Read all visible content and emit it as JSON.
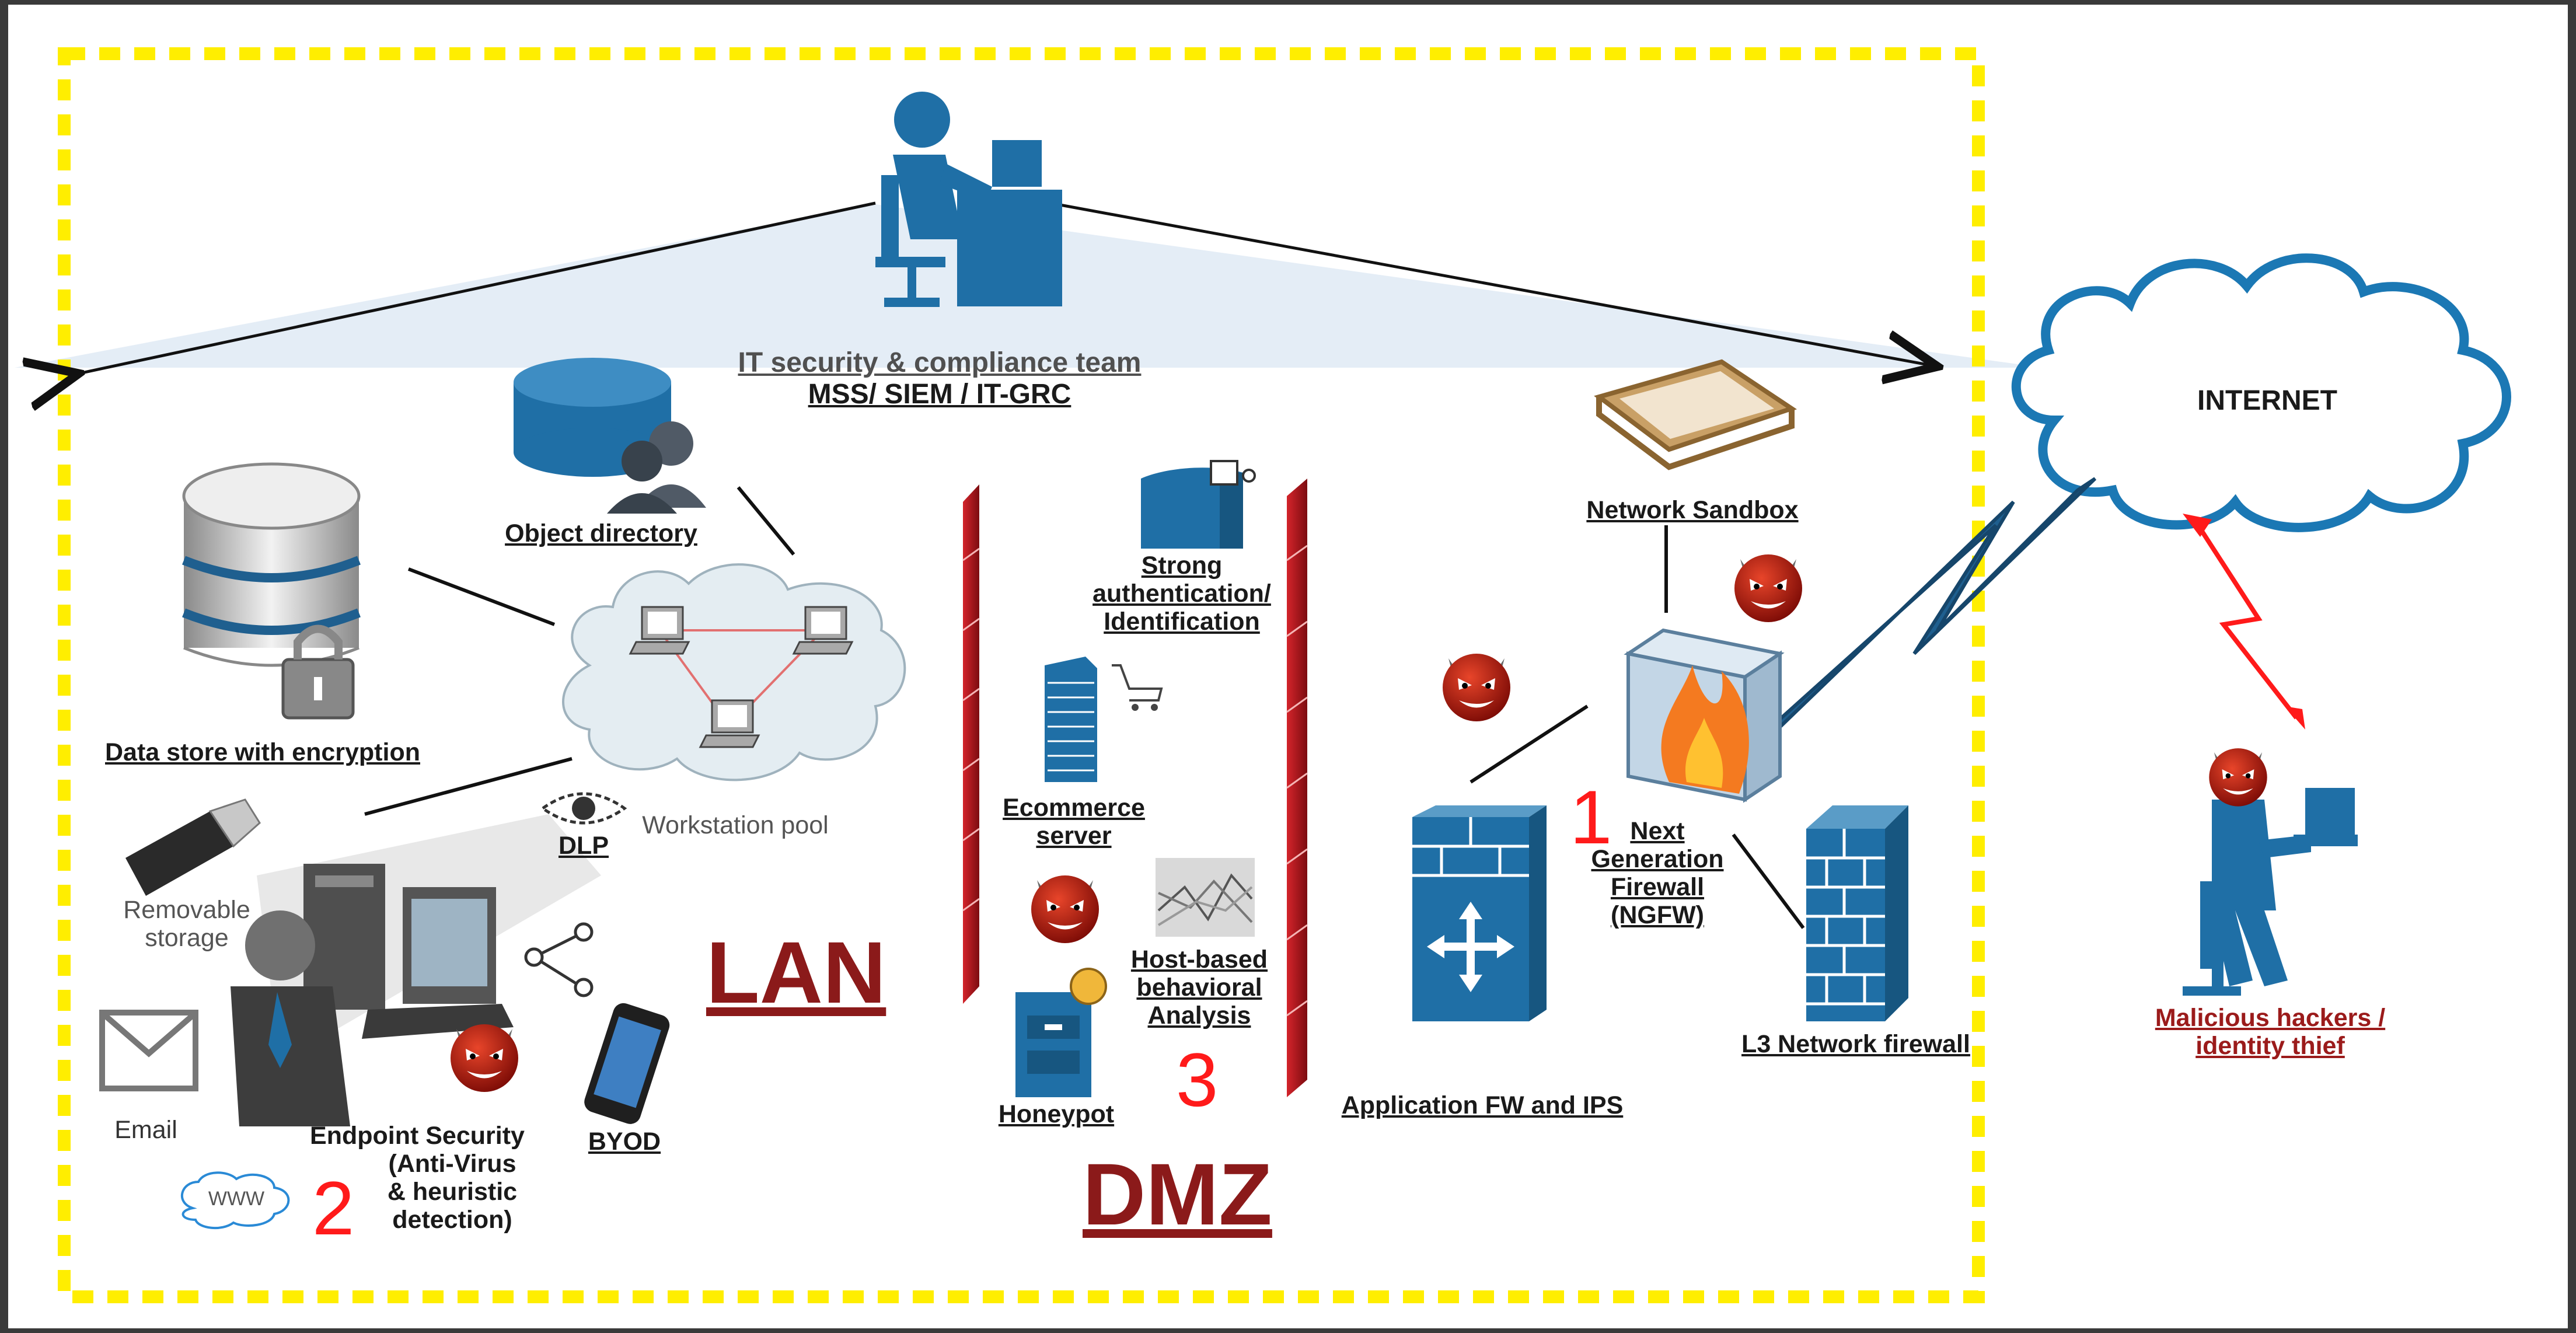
{
  "team": {
    "line1": "IT security & compliance team",
    "line2": "MSS/ SIEM / IT-GRC"
  },
  "internet": "INTERNET",
  "zones": {
    "lan": "LAN",
    "dmz": "DMZ"
  },
  "numbers": {
    "one": "1",
    "two": "2",
    "three": "3"
  },
  "lan_nodes": {
    "object_directory": "Object directory",
    "data_store": "Data store with encryption",
    "workstation_pool": "Workstation pool",
    "dlp": "DLP",
    "removable": [
      "Removable",
      "storage"
    ],
    "email": "Email",
    "endpoint": [
      "Endpoint Security",
      "(Anti-Virus",
      "& heuristic",
      "detection)"
    ],
    "www": "WWW",
    "byod": "BYOD"
  },
  "dmz_nodes": {
    "strong_auth": [
      "Strong",
      "authentication/",
      "Identification"
    ],
    "ecommerce": [
      "Ecommerce",
      "server"
    ],
    "host_based": [
      "Host-based",
      "behavioral",
      "Analysis"
    ],
    "honeypot": "Honeypot"
  },
  "perimeter_nodes": {
    "sandbox": "Network Sandbox",
    "ngfw": [
      "Next",
      "Generation",
      "Firewall",
      "(NGFW)"
    ],
    "appfw": "Application FW and IPS",
    "l3fw": "L3  Network firewall"
  },
  "hacker": [
    "Malicious hackers /",
    "identity thief"
  ],
  "colors": {
    "frame": "#3a3a3a",
    "dashed_border": "#ffee00",
    "icon_blue": "#1f6fa6",
    "zone_label": "#8b1a1a",
    "number_red": "#ff1a1a",
    "wall_red": "#b5131a",
    "cloud_outline": "#1b78b4"
  }
}
